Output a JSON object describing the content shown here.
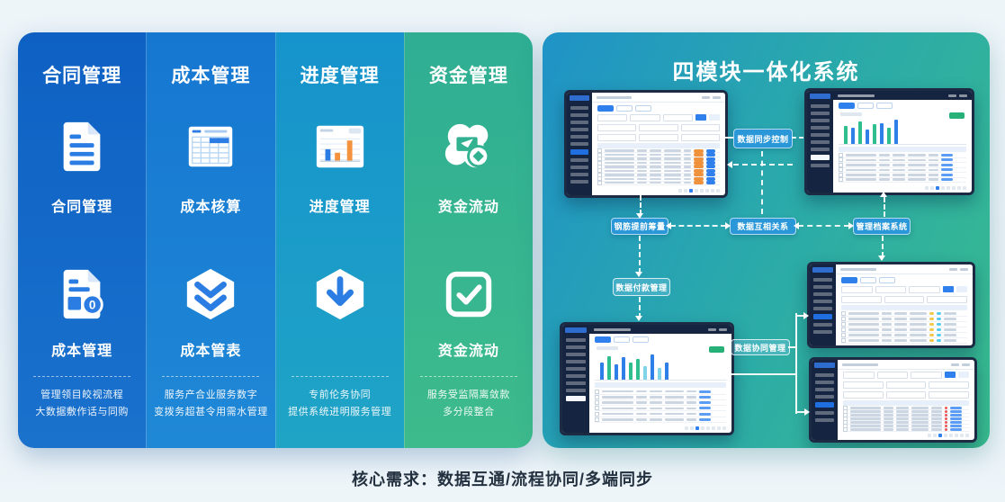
{
  "left_panel": {
    "columns": [
      {
        "header": "合同管理",
        "item1": "合同管理",
        "item2": "成本管理",
        "desc_line1": "管理领目皎视流程",
        "desc_line2": "大数据敷作话与同购"
      },
      {
        "header": "成本管理",
        "item1": "成本核算",
        "item2": "成本管表",
        "desc_line1": "服务产合业服务数字",
        "desc_line2": "变拨务超甚令用需水管理"
      },
      {
        "header": "进度管理",
        "item1": "进度管理",
        "item2": "",
        "desc_line1": "专前伦务协同",
        "desc_line2": "提供系统进明服务管理"
      },
      {
        "header": "资金管理",
        "item1": "资金流动",
        "item2": "资金流动",
        "desc_line1": "服务受监隔离敛款",
        "desc_line2": "多分段整合"
      }
    ]
  },
  "right_panel": {
    "title": "四模块一体化系统",
    "flow_labels": {
      "top": "数据同步控制",
      "mid_left": "钢筋提前筹量",
      "mid_center": "数据互相关系",
      "mid_right": "管理档案系统",
      "left_lower": "数据付款管理",
      "bottom_center": "数据协同管理"
    },
    "screens": [
      {
        "name": "contract-module-screen",
        "topbar": "light",
        "menu": 11,
        "active": 6,
        "activeStyle": "blue",
        "chips": true,
        "filters": 3,
        "chart": null,
        "rows": 9,
        "badge": "orange",
        "pagination": true
      },
      {
        "name": "cost-module-screen",
        "topbar": "dark",
        "menu": 9,
        "active": 7,
        "activeStyle": "white",
        "chips": true,
        "filters": 0,
        "chart": {
          "bars": [
            [
              0.55,
              "g"
            ],
            [
              0.5,
              "b"
            ],
            [
              0.7,
              "g"
            ],
            [
              0.45,
              "b"
            ],
            [
              0.6,
              "g"
            ],
            [
              0.65,
              "b"
            ],
            [
              0.5,
              "g"
            ],
            [
              0.75,
              "b"
            ]
          ],
          "btn": true
        },
        "rows": 6,
        "badge": "bluelink",
        "pagination": true
      },
      {
        "name": "progress-module-screen",
        "topbar": "light",
        "menu": 8,
        "active": 5,
        "activeStyle": "blue",
        "chips": true,
        "filters": 2,
        "chart": null,
        "rows": 6,
        "badge": "chips",
        "pagination": false
      },
      {
        "name": "schedule-module-screen",
        "topbar": "dark",
        "menu": 9,
        "active": 8,
        "activeStyle": "white",
        "chips": true,
        "filters": 0,
        "chart": {
          "bars": [
            [
              0.5,
              "b"
            ],
            [
              0.7,
              "g"
            ],
            [
              0.45,
              "b"
            ],
            [
              0.65,
              "b"
            ],
            [
              0.5,
              "g"
            ],
            [
              0.6,
              "g"
            ],
            [
              0.4,
              "c"
            ],
            [
              0.75,
              "b"
            ],
            [
              0.35,
              "c"
            ],
            [
              0.5,
              "b"
            ]
          ],
          "btn": true
        },
        "rows": 6,
        "badge": "bluelink",
        "pagination": true
      },
      {
        "name": "fund-module-screen",
        "topbar": "light",
        "menu": 7,
        "active": 4,
        "activeStyle": "blue",
        "chips": false,
        "filters": 3,
        "chart": null,
        "rows": 7,
        "badge": "dots",
        "pagination": true
      }
    ]
  },
  "caption": "核心需求：数据互通/流程协同/多端同步",
  "colors": {
    "column1_blue": "#0e61c3",
    "column2_blue": "#1677d1",
    "column3_teal": "#1693cc",
    "column4_green": "#2fae94",
    "panel_gradient_start": "#1f93c7",
    "panel_gradient_end": "#38bb8d",
    "icon_accent_blue": "#2b7de3",
    "flow_box_blue": "#2a97d8",
    "badge_orange": "#f0913c",
    "badge_blue": "#2f80ed",
    "chart_green": "#2fbf8f",
    "chart_blue": "#2f7fe8"
  }
}
